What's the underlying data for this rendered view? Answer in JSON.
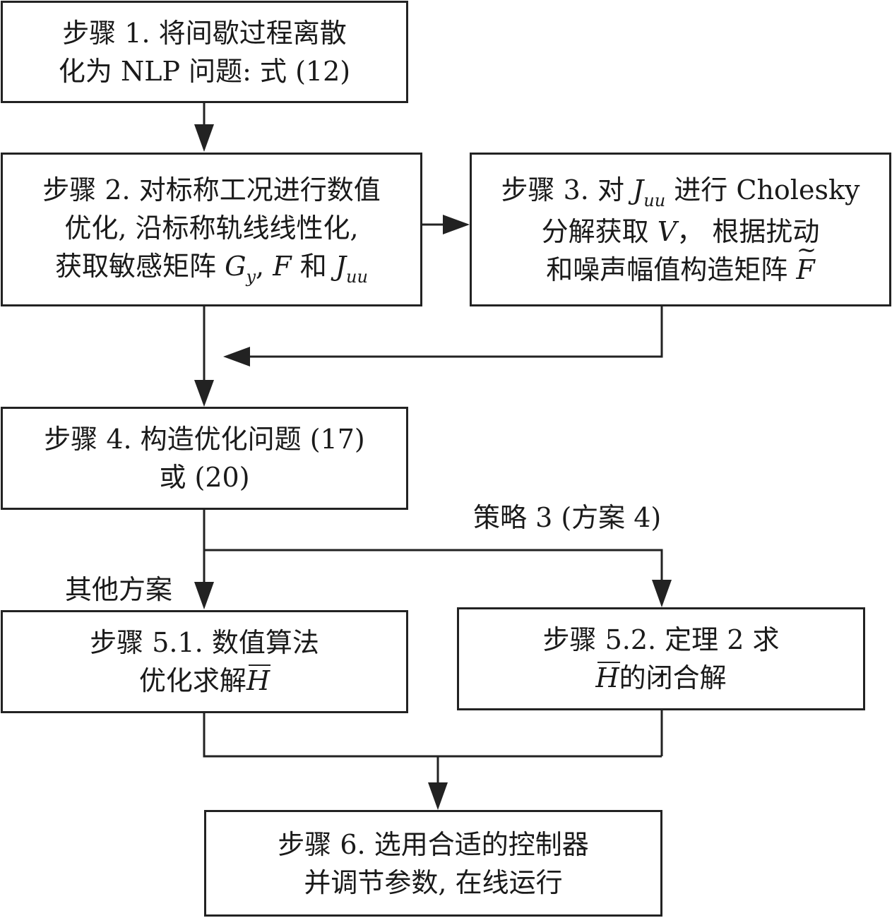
{
  "steps": {
    "step1": {
      "line1": "步骤 1. 将间歇过程离散",
      "line2": "化为 NLP 问题: 式 (12)"
    },
    "step2": {
      "line1": "步骤 2. 对标称工况进行数值",
      "line2": "优化, 沿标称轨线线性化,",
      "line3_prefix": "获取敏感矩阵",
      "G": "G",
      "G_sub": "y",
      "comma": ",",
      "F": "F",
      "and": "和",
      "J": "J",
      "J_sub": "uu"
    },
    "step3": {
      "prefix": "步骤 3. 对",
      "J": "J",
      "J_sub": "uu",
      "suffix": "进行 Cholesky",
      "line2_prefix": "分解获取",
      "V": "V",
      "line2_suffix": "， 根据扰动",
      "line3_prefix": "和噪声幅值构造矩阵",
      "F": "F"
    },
    "step4": {
      "line1": "步骤 4. 构造优化问题 (17)",
      "line2": "或 (20)"
    },
    "step51": {
      "line1": "步骤 5.1. 数值算法",
      "line2_prefix": "优化求解",
      "H": "H"
    },
    "step52": {
      "line1": "步骤 5.2. 定理 2 求",
      "H": "H",
      "line2_suffix": "的闭合解"
    },
    "step6": {
      "line1": "步骤 6. 选用合适的控制器",
      "line2": "并调节参数, 在线运行"
    }
  },
  "branch_labels": {
    "strategy": "策略 3 (方案 4)",
    "other": "其他方案"
  },
  "colors": {
    "line": "#222222",
    "box_fill": "#ffffff"
  }
}
